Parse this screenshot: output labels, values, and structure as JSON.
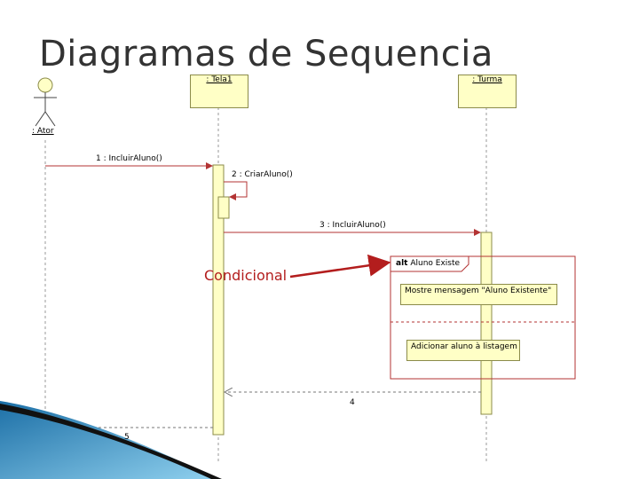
{
  "title": "Diagramas de Sequencia",
  "participants": {
    "actor": ": Ator",
    "tela": ": Tela1",
    "turma": ": Turma"
  },
  "messages": {
    "m1": "1 : IncluirAluno()",
    "m2": "2 : CriarAluno()",
    "m3": "3 : IncluirAluno()",
    "m4": "4",
    "m5": "5"
  },
  "fragment": {
    "operator": "alt",
    "guard": "Aluno Existe",
    "note1": "Mostre mensagem \"Aluno Existente\"",
    "note2": "Adicionar aluno à listagem"
  },
  "annotation": "Condicional",
  "colors": {
    "lifeline_fill": "#ffffc6",
    "message_line": "#b33333",
    "annotation": "#b31d1d",
    "title": "#333333"
  }
}
